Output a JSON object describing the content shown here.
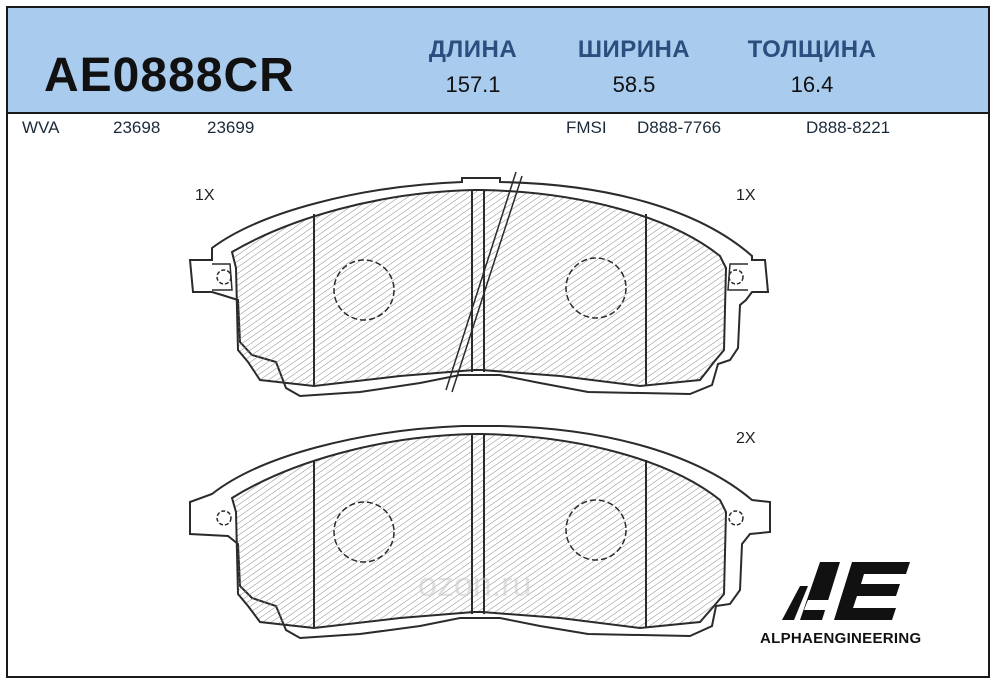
{
  "header": {
    "part_number": "AE0888CR",
    "dimensions": [
      {
        "label": "ДЛИНА",
        "value": "157.1"
      },
      {
        "label": "ШИРИНА",
        "value": "58.5"
      },
      {
        "label": "ТОЛЩИНА",
        "value": "16.4"
      }
    ]
  },
  "references": {
    "wva_label": "WVA",
    "wva_values": [
      "23698",
      "23699"
    ],
    "fmsi_label": "FMSI",
    "fmsi_values": [
      "D888-7766",
      "D888-8221"
    ]
  },
  "quantities": {
    "top_left": "1X",
    "top_right": "1X",
    "bottom_right": "2X"
  },
  "watermark": "ozon.ru",
  "logo": {
    "mark": "AE",
    "brand": "ALPHAENGINEERING"
  },
  "colors": {
    "header_bg": "#a9cbee",
    "label_blue": "#2a4f7f",
    "pad_hatch": "#8a8a8a",
    "outline": "#2b2b2b"
  }
}
